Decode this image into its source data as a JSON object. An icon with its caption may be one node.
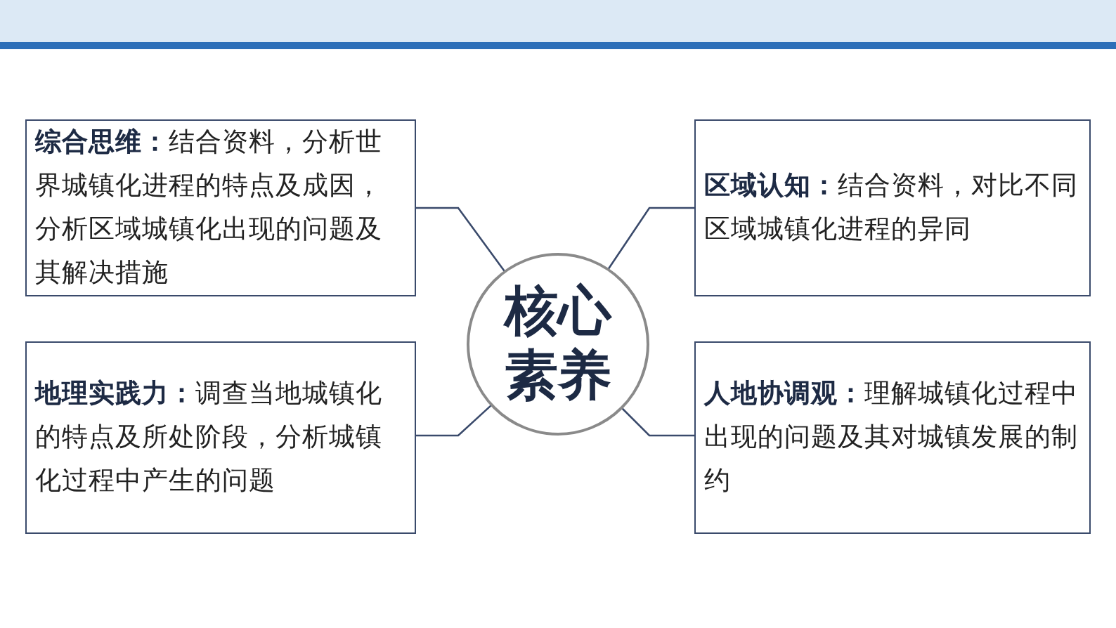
{
  "diagram": {
    "nodes": [
      {
        "text": [
          "**综合思维：**结合资料，分析世界城镇化进程的特点及成因，分析区域城镇化出现的问题及其解决措施"
        ]
      },
      {
        "text": [
          "**区域认知：**结合资料，对比不同区域城镇化进程的异同"
        ]
      },
      {
        "text": [
          "核心素养"
        ]
      },
      {
        "text": [
          "**地理实践力：**调查当地城镇化的特点及所处阶段，分析城镇化过程中产生的问题"
        ]
      },
      {
        "text": [
          "**人地协调观：**理解城镇化过程中出现的问题及其对城镇发展的制约"
        ]
      }
    ],
    "edges": [
      {
        "from": 2,
        "to": 0,
        "arrow": "none"
      },
      {
        "from": 2,
        "to": 1,
        "arrow": "none"
      },
      {
        "from": 2,
        "to": 3,
        "arrow": "none"
      },
      {
        "from": 2,
        "to": 4,
        "arrow": "none"
      }
    ]
  }
}
